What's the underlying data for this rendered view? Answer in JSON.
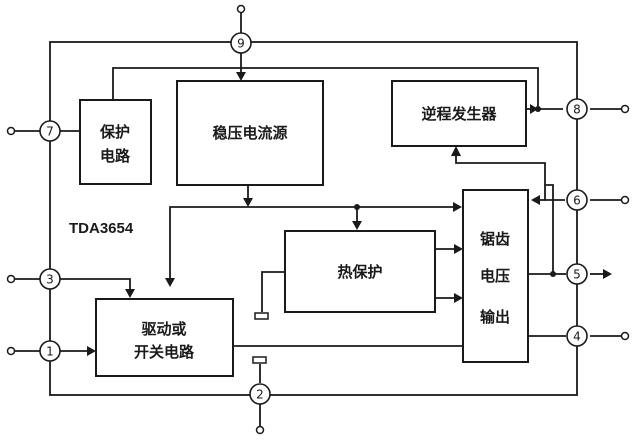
{
  "diagram": {
    "chip_label": "TDA3654",
    "blocks": {
      "protect": [
        "保护",
        "电路"
      ],
      "regulator": "稳压电流源",
      "flyback": "逆程发生器",
      "thermal": "热保护",
      "driver": [
        "驱动或",
        "开关电路"
      ],
      "sawtooth": [
        "锯齿",
        "电压",
        "输出"
      ]
    },
    "pins": {
      "p1": "1",
      "p2": "2",
      "p3": "3",
      "p4": "4",
      "p5": "5",
      "p6": "6",
      "p7": "7",
      "p8": "8",
      "p9": "9"
    }
  }
}
